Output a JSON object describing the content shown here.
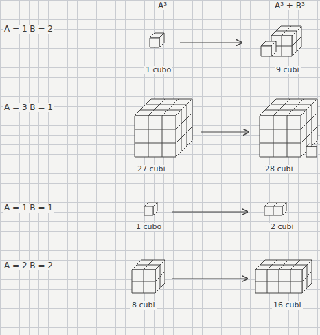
{
  "diagram": {
    "labels": [
      "A³",
      "A³ + B³",
      "A = 1  B = 2",
      "1 cubo",
      "9 cubi",
      "A = 3  B = 1",
      "27 cubi",
      "28 cubi",
      "A = 1  B = 1",
      "1 cubo",
      "2 cubi",
      "A = 2  B = 2",
      "8 cubi",
      "16 cubi"
    ]
  }
}
